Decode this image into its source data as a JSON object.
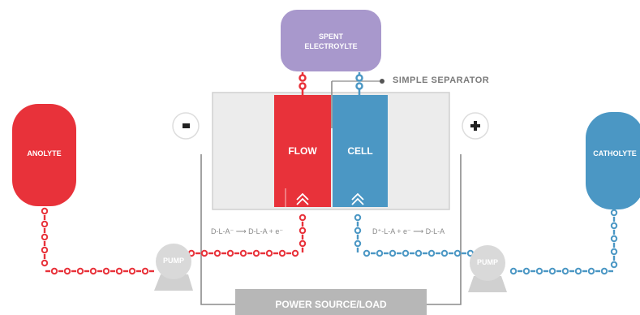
{
  "labels": {
    "spent_electrolyte_line1": "SPENT",
    "spent_electrolyte_line2": "ELECTROYLTE",
    "simple_separator": "SIMPLE SEPARATOR",
    "anolyte": "ANOLYTE",
    "catholyte": "CATHOLYTE",
    "flow": "FLOW",
    "cell": "CELL",
    "pump_left": "PUMP",
    "pump_right": "PUMP",
    "power_source": "POWER SOURCE/LOAD",
    "minus": "-",
    "plus": "+"
  },
  "equations": {
    "left": "D-L-A⁻ ⟶ D-L-A + e⁻",
    "right": "D⁺-L-A + e⁻ ⟶ D-L-A"
  },
  "colors": {
    "anolyte": "#e8323a",
    "catholyte": "#4b97c4",
    "spent": "#a898cc",
    "cell_body": "#ececec",
    "power_box": "#b7b7b7",
    "wire": "#8c8c8c",
    "pump": "#d9d9d9"
  }
}
